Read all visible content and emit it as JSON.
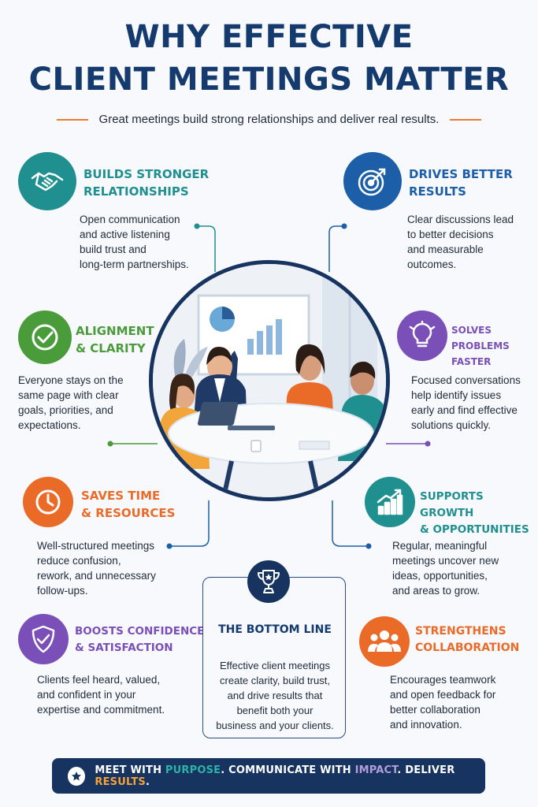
{
  "header": {
    "title_line1": "WHY EFFECTIVE",
    "title_line2": "CLIENT MEETINGS MATTER",
    "subtitle": "Great meetings build strong relationships and deliver real results."
  },
  "features": {
    "relationships": {
      "heading1": "BUILDS STRONGER",
      "heading2": "RELATIONSHIPS",
      "l1": "Open communication",
      "l2": "and active listening",
      "l3": "build trust and",
      "l4": "long-term partnerships.",
      "color": "#1f8f8f",
      "icon": "handshake-icon"
    },
    "results": {
      "heading1": "DRIVES BETTER",
      "heading2": "RESULTS",
      "l1": "Clear discussions lead",
      "l2": "to better decisions",
      "l3": "and measurable",
      "l4": "outcomes.",
      "color": "#1c5fa8",
      "icon": "target-icon"
    },
    "alignment": {
      "heading1": "ALIGNMENT",
      "heading2": "& CLARITY",
      "l1": "Everyone stays on the",
      "l2": "same page with clear",
      "l3": "goals, priorities, and",
      "l4": "expectations.",
      "color": "#4a9b3a",
      "icon": "checkmark-icon"
    },
    "problems": {
      "heading1": "SOLVES PROBLEMS",
      "heading2": "FASTER",
      "l1": "Focused conversations",
      "l2": "help identify issues",
      "l3": "early and find effective",
      "l4": "solutions quickly.",
      "color": "#7b4fb8",
      "icon": "lightbulb-icon"
    },
    "time": {
      "heading1": "SAVES TIME",
      "heading2": "& RESOURCES",
      "l1": "Well-structured meetings",
      "l2": "reduce confusion,",
      "l3": "rework, and unnecessary",
      "l4": "follow-ups.",
      "color": "#ea6b28",
      "icon": "clock-icon"
    },
    "growth": {
      "heading1": "SUPPORTS GROWTH",
      "heading2": "& OPPORTUNITIES",
      "l1": "Regular, meaningful",
      "l2": "meetings uncover new",
      "l3": "ideas, opportunities,",
      "l4": "and areas to grow.",
      "color": "#1f8f8f",
      "icon": "growth-chart-icon"
    },
    "confidence": {
      "heading1": "BOOSTS CONFIDENCE",
      "heading2": "& SATISFACTION",
      "l1": "Clients feel heard, valued,",
      "l2": "and confident in your",
      "l3": "expertise and commitment.",
      "color": "#7b4fb8",
      "icon": "shield-check-icon"
    },
    "collaboration": {
      "heading1": "STRENGTHENS",
      "heading2": "COLLABORATION",
      "l1": "Encourages teamwork",
      "l2": "and open feedback for",
      "l3": "better collaboration",
      "l4": "and innovation.",
      "color": "#ea6b28",
      "icon": "team-icon"
    }
  },
  "bottom_line": {
    "title": "THE BOTTOM LINE",
    "l1": "Effective client meetings",
    "l2": "create clarity, build trust,",
    "l3": "and drive results that",
    "l4": "benefit both your",
    "l5": "business and your clients.",
    "icon": "trophy-icon"
  },
  "banner": {
    "p1": "MEET WITH ",
    "p2": "PURPOSE",
    "p3": ". COMMUNICATE WITH ",
    "p4": "IMPACT",
    "p5": ". DELIVER ",
    "p6": "RESULTS",
    "p7": ".",
    "accent_teal": "#2bb3a6",
    "accent_purple": "#b39ddb",
    "accent_orange": "#f5a13a",
    "icon": "star-icon"
  }
}
